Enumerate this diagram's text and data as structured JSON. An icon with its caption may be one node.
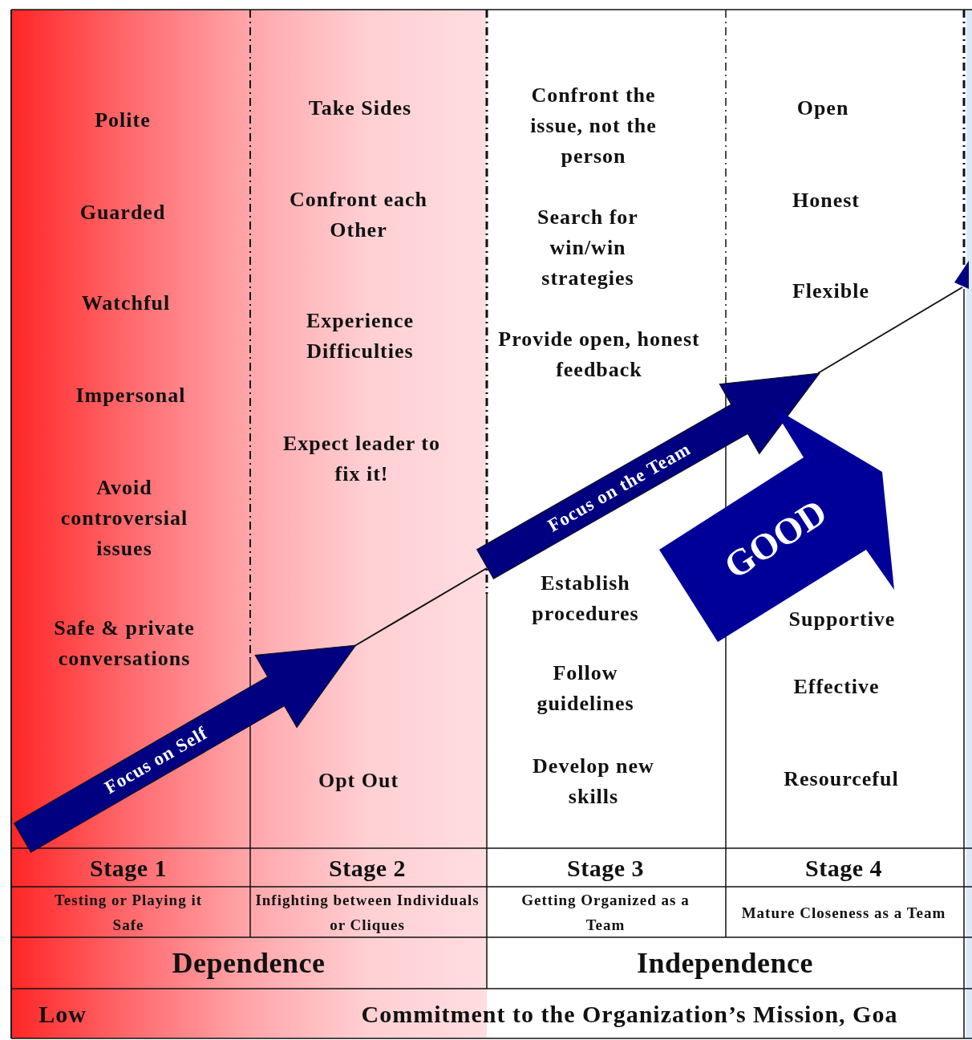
{
  "diagram": {
    "nodes": [
      {
        "text": [
          "Focus on Self"
        ]
      },
      {
        "text": [
          "Focus on the Team"
        ]
      },
      {
        "text": [],
        "shape": "arrow"
      },
      {
        "text": [
          "GOOD"
        ]
      }
    ],
    "edges": [
      {
        "from": 0,
        "to": 1,
        "arrow": "none"
      },
      {
        "from": 1,
        "to": 2,
        "arrow": "none"
      }
    ],
    "labels": [
      "Polite",
      "Guarded",
      "Watchful",
      "Impersonal",
      "Avoid controversial issues",
      "Safe & private conversations",
      "Take Sides",
      "Confront each Other",
      "Experience Difficulties",
      "Expect leader to fix it!",
      "Opt Out",
      "Confront the issue, not the person",
      "Search for win/win strategies",
      "Provide open, honest feedback",
      "Establish procedures",
      "Follow guidelines",
      "Develop new skills",
      "Open",
      "Honest",
      "Flexible",
      "Supportive",
      "Effective",
      "Resourceful",
      "Stage 1",
      "Stage 2",
      "Stage 3",
      "Stage 4",
      "Testing or Playing it Safe",
      "Infighting between Individuals or Cliques",
      "Getting Organized as a Team",
      "Mature Closeness as a Team",
      "Dependence",
      "Independence",
      "Low",
      "Commitment to the Organization’s Mission, Goa"
    ]
  }
}
